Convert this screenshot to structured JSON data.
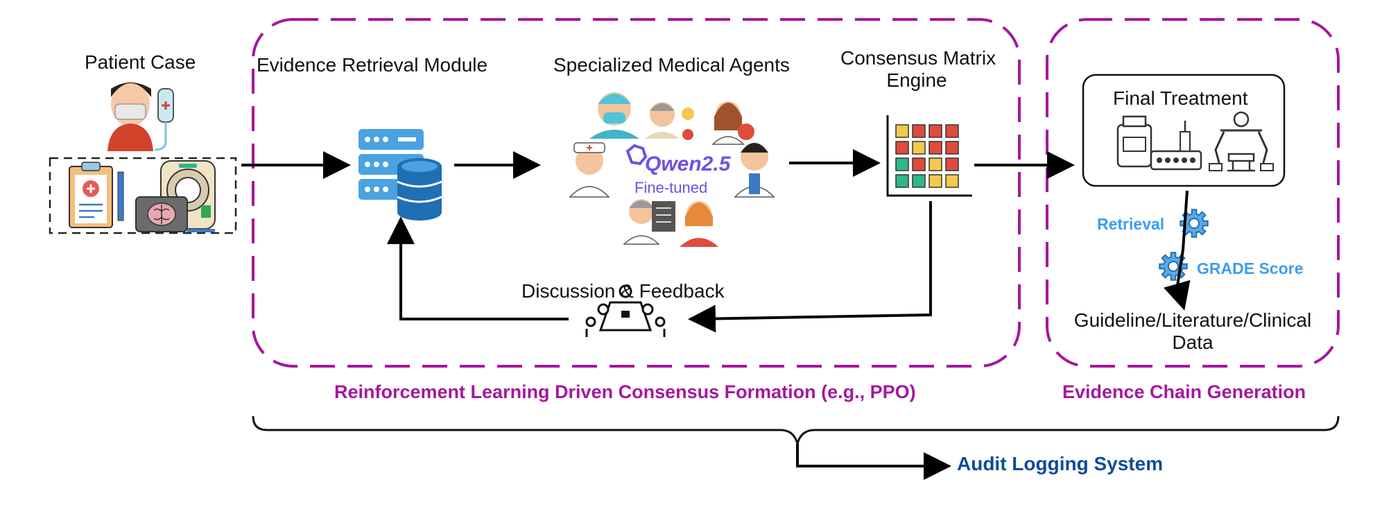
{
  "labels": {
    "patient_case": "Patient Case",
    "evidence_retrieval": "Evidence Retrieval Module",
    "specialized_agents": "Specialized Medical Agents",
    "consensus_line1": "Consensus Matrix",
    "consensus_line2": "Engine",
    "final_treatment": "Final Treatment",
    "qwen_model": "Qwen2.5",
    "fine_tuned": "Fine-tuned",
    "discussion_feedback": "Discussion & Feedback",
    "retrieval": "Retrieval",
    "grade_score": "GRADE Score",
    "guideline_line1": "Guideline/Literature/Clinical",
    "guideline_line2": "Data",
    "rl_region": "Reinforcement Learning Driven Consensus Formation (e.g., PPO)",
    "evidence_chain_region": "Evidence Chain Generation",
    "audit_logging": "Audit Logging System"
  },
  "icons": {
    "patient": "patient-icon",
    "iv_drip": "iv-drip-icon",
    "clipboard": "clipboard-icon",
    "mri_scanner": "mri-scanner-icon",
    "database": "database-server-icon",
    "agents": "doctor-avatar-icon",
    "matrix": "matrix-grid-icon",
    "medicine": "medicine-icon",
    "surgical_robot": "surgical-robot-icon",
    "meeting": "meeting-table-icon",
    "gear": "gear-icon"
  },
  "colors": {
    "region_border": "#a5179f",
    "region_title": "#a5179f",
    "gear_label": "#3d9df0",
    "audit": "#0e4c9b",
    "qwen": "#6f4fe6",
    "arrow": "#000000"
  }
}
